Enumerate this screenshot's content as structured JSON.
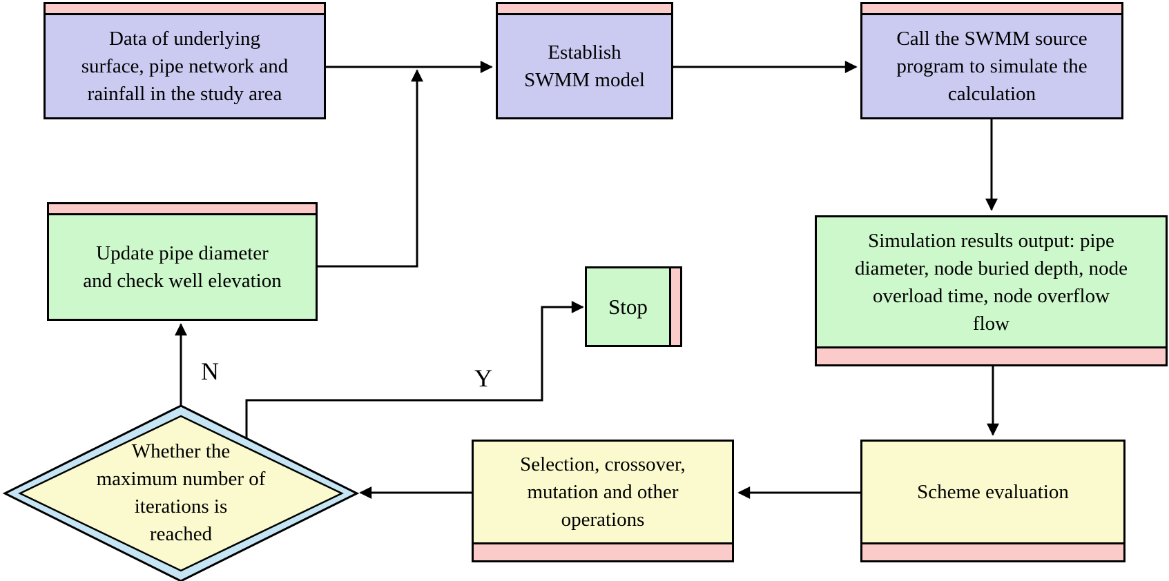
{
  "nodes": {
    "data_input": {
      "label": "Data of underlying\nsurface, pipe network and\nrainfall in the study area"
    },
    "establish": {
      "label": "Establish\nSWMM model"
    },
    "call_swmm": {
      "label": "Call the SWMM source\nprogram to simulate the\ncalculation"
    },
    "sim_results": {
      "label": "Simulation results output: pipe\ndiameter, node buried depth, node\noverload time, node overflow\nflow"
    },
    "update_pipe": {
      "label": "Update pipe diameter\nand check well elevation"
    },
    "stop": {
      "label": "Stop"
    },
    "decision": {
      "label": "Whether the\nmaximum number of\niterations is\nreached"
    },
    "selection": {
      "label": "Selection, crossover,\nmutation and other\noperations"
    },
    "scheme": {
      "label": "Scheme evaluation"
    }
  },
  "edge_labels": {
    "no": "N",
    "yes": "Y"
  },
  "colors": {
    "purple": "#cbcbf2",
    "green": "#cdf8cb",
    "yellow": "#fbface",
    "pink": "#fbcbca",
    "blue": "#c6e5f4",
    "line": "#000000"
  }
}
